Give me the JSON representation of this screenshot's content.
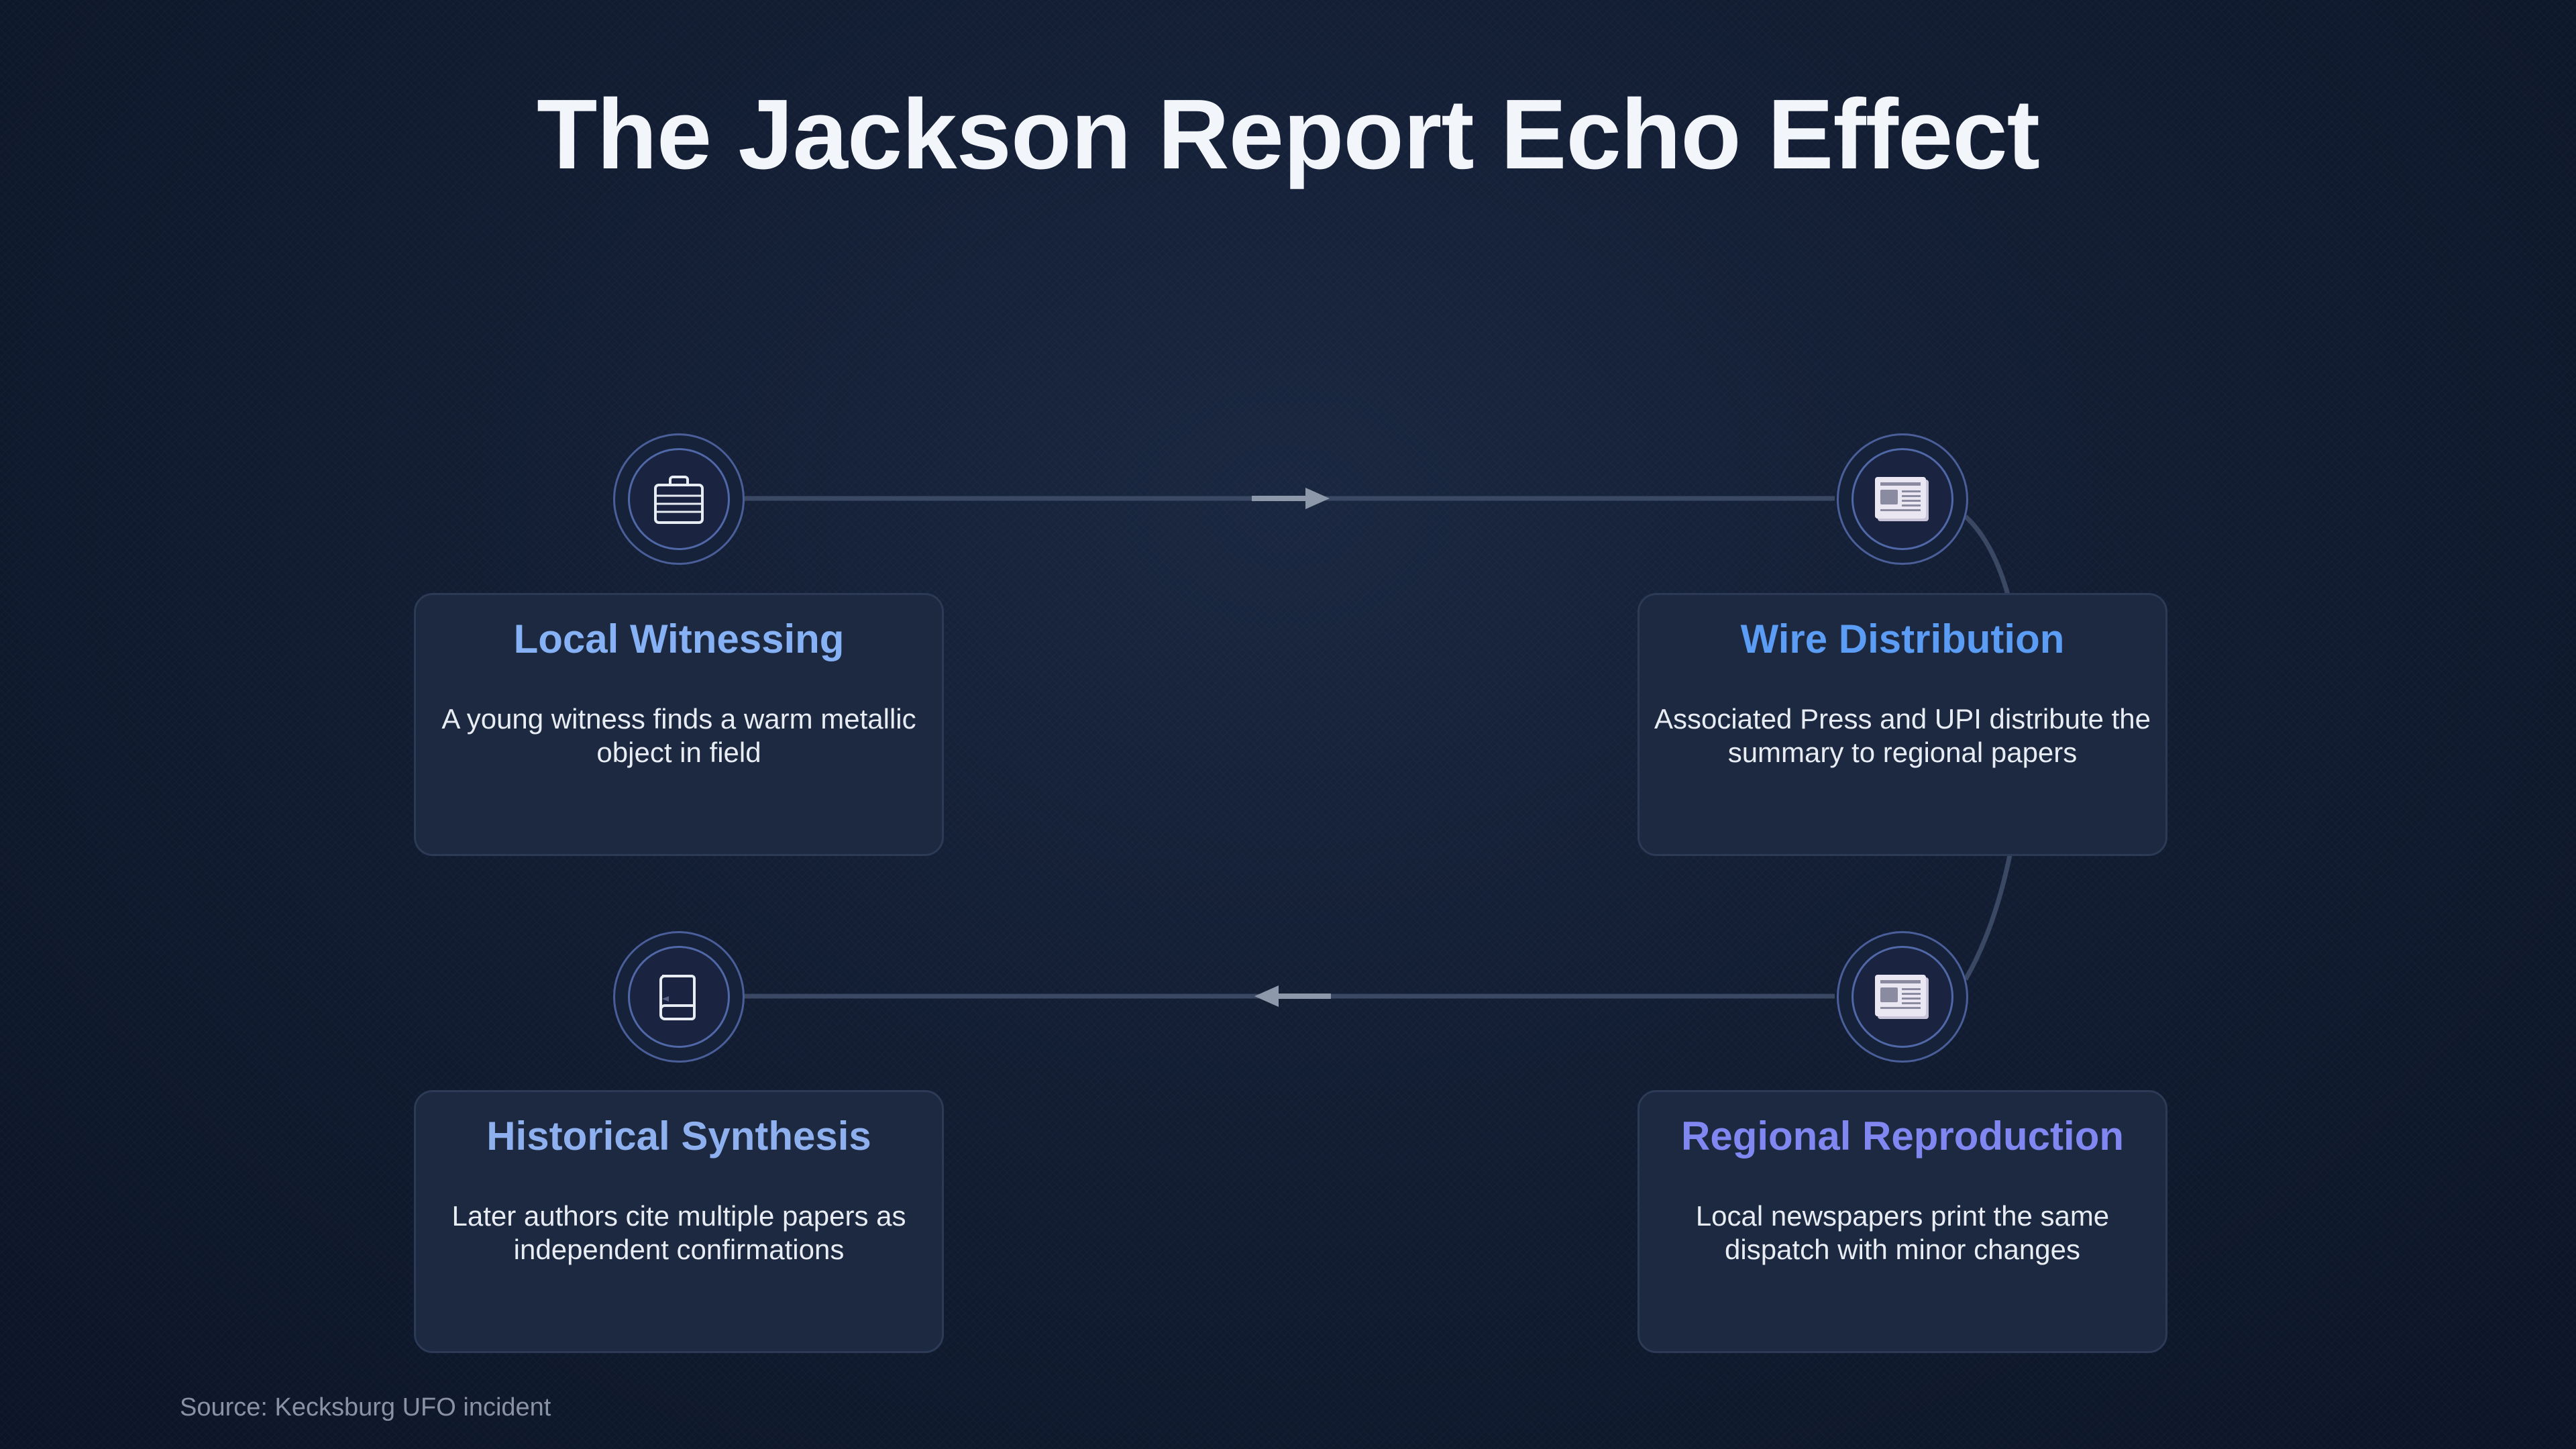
{
  "title": "The Jackson Report Echo Effect",
  "source": "Source: Kecksburg UFO incident",
  "colors": {
    "title": "#f2f5fa",
    "heading_blue_light": "#86b2f5",
    "heading_blue": "#5b9cf4",
    "heading_blue_pale": "#8fb0ee",
    "heading_indigo": "#8187f1",
    "connector": "#3a4864",
    "arrow": "#8e98ab"
  },
  "stages": [
    {
      "heading": "Local Witnessing",
      "description": "A young witness finds a warm metallic object in field",
      "icon": "briefcase-icon"
    },
    {
      "heading": "Wire Distribution",
      "description": "Associated Press and UPI distribute the summary to regional papers",
      "icon": "newspaper-icon"
    },
    {
      "heading": "Regional Reproduction",
      "description": "Local newspapers print the same dispatch with minor changes",
      "icon": "newspaper-icon"
    },
    {
      "heading": "Historical Synthesis",
      "description": "Later authors cite multiple papers as independent confirmations",
      "icon": "book-icon"
    }
  ]
}
